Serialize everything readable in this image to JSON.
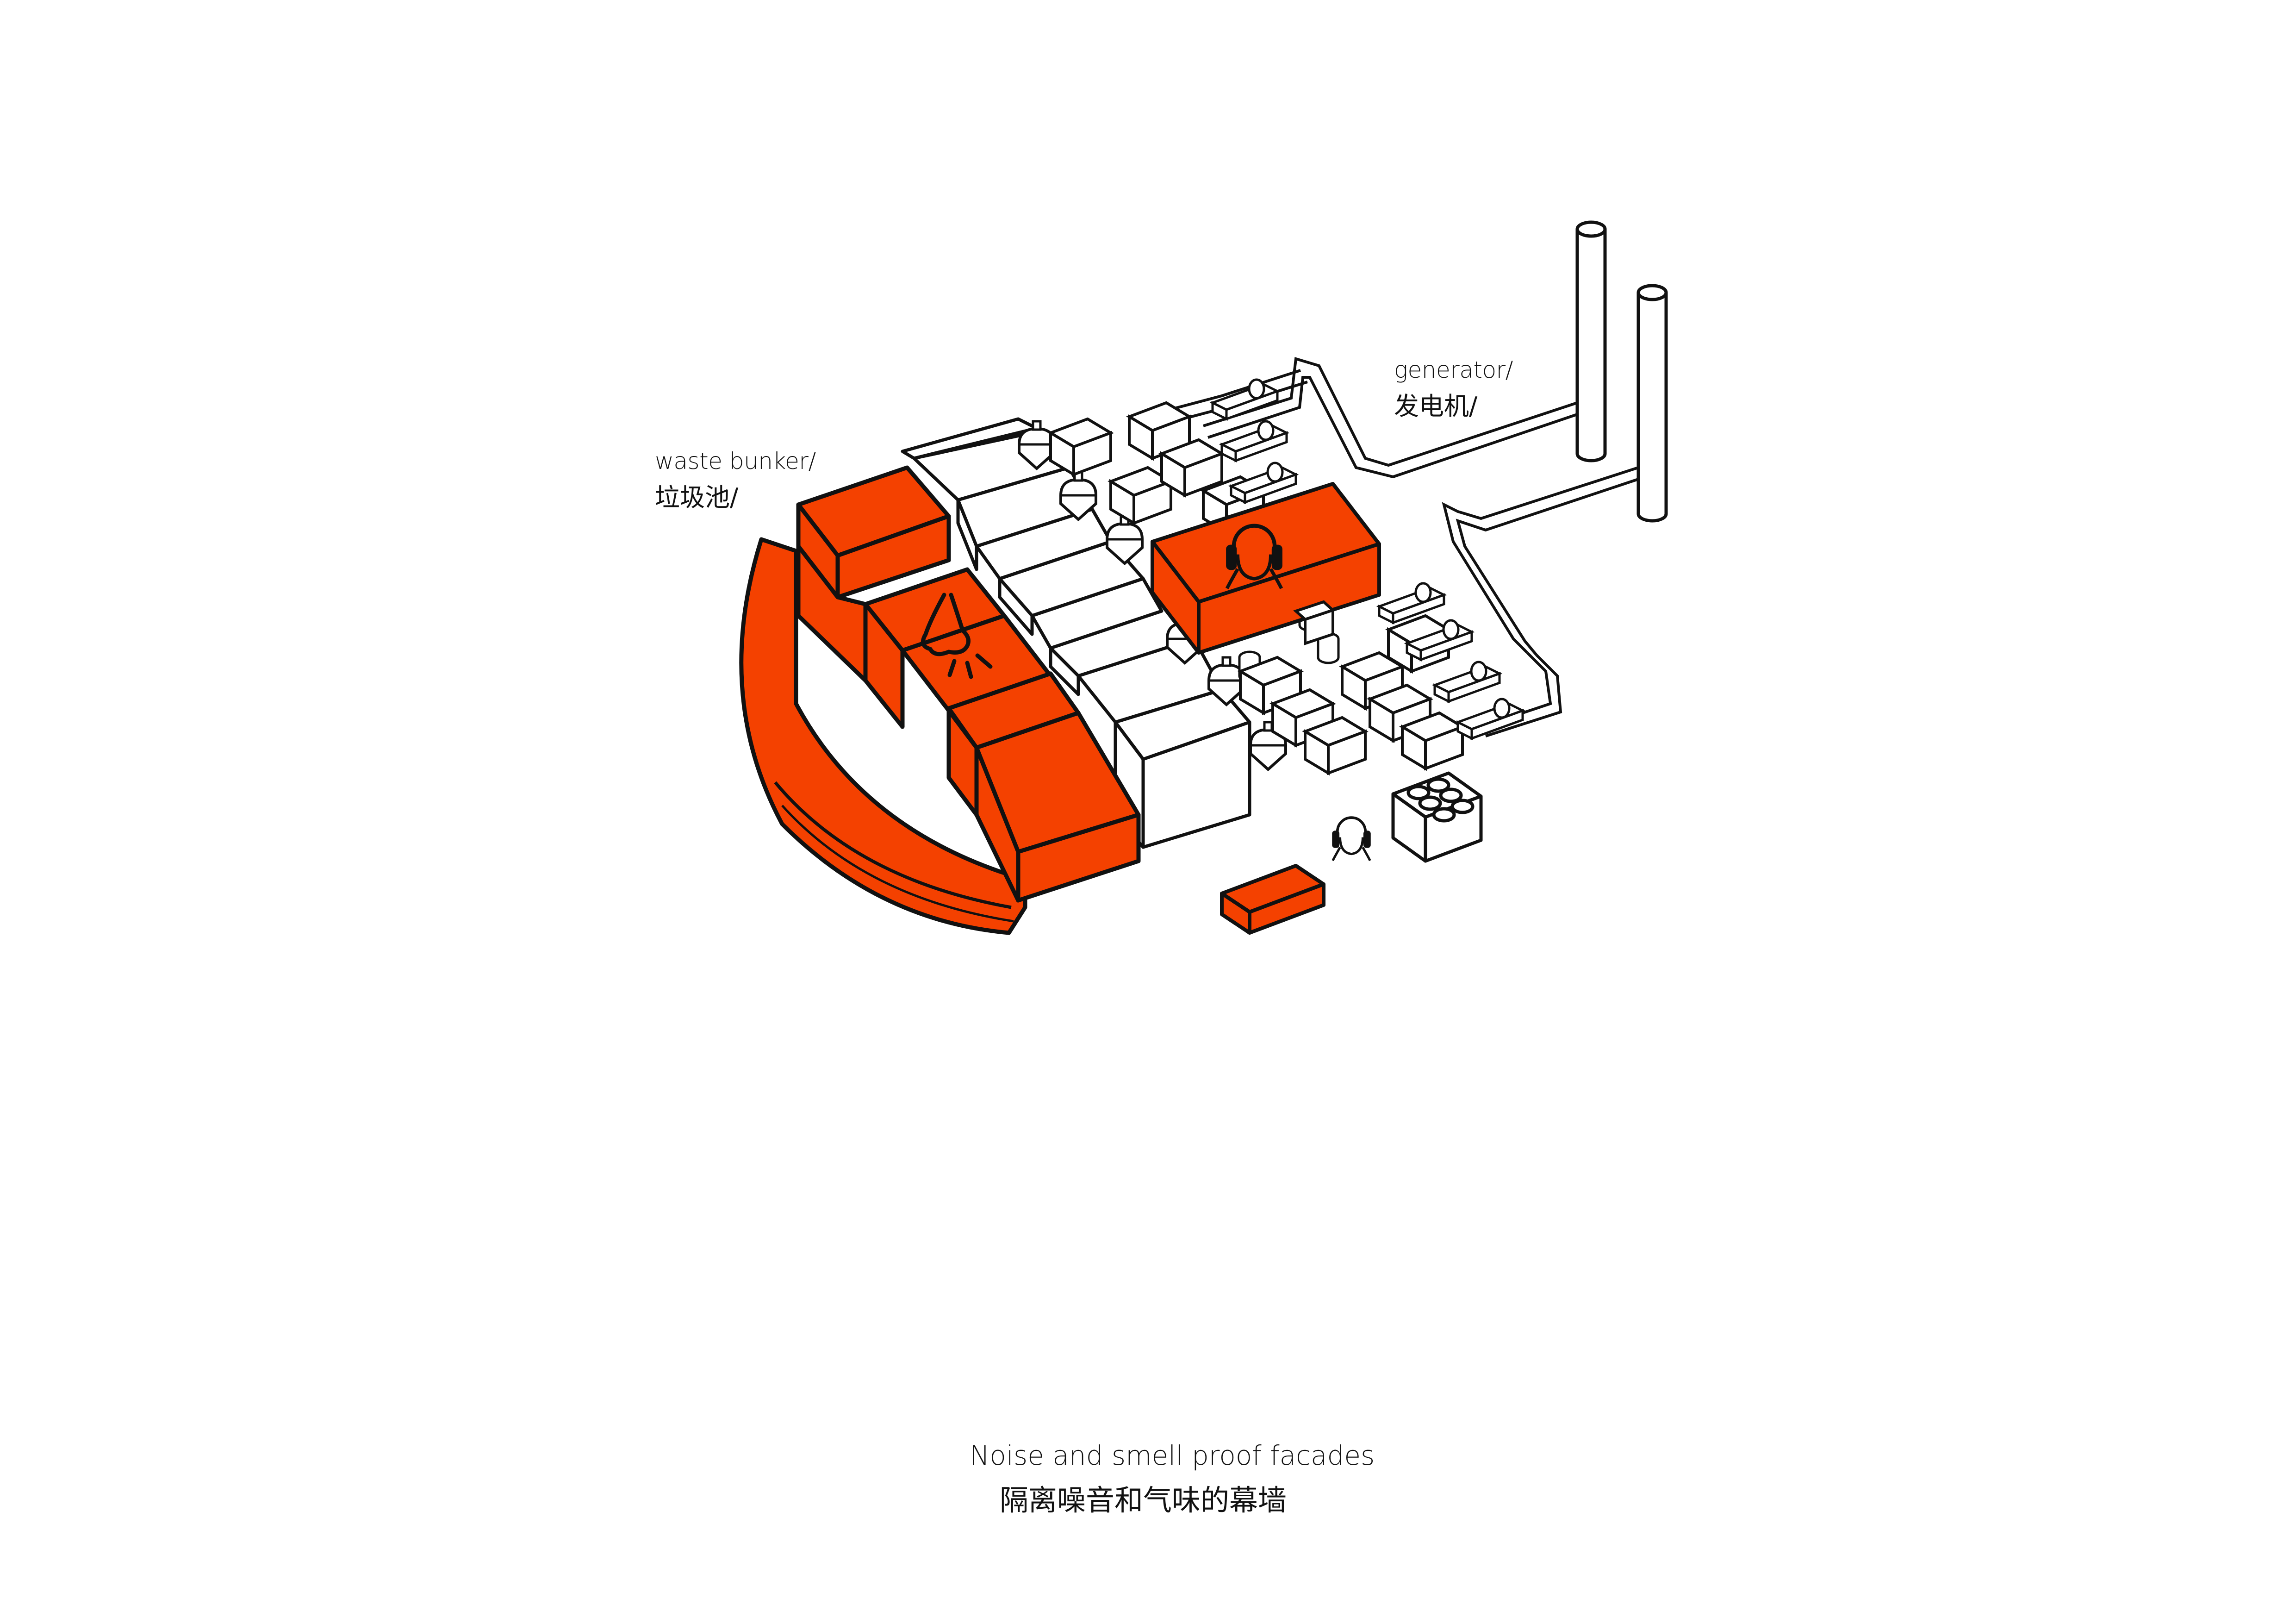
{
  "colors": {
    "accent": "#f44100",
    "line": "#111111",
    "background": "#ffffff"
  },
  "labels": {
    "waste_bunker_en": "waste bunker/",
    "waste_bunker_zh": "垃圾池/",
    "generator_en": "generator/",
    "generator_zh": "发电机/"
  },
  "caption": {
    "en": "Noise and smell proof facades",
    "zh": "隔离噪音和气味的幕墙"
  },
  "icons": {
    "nose": "nose-smell-icon",
    "headphones": "headphones-noise-icon"
  }
}
